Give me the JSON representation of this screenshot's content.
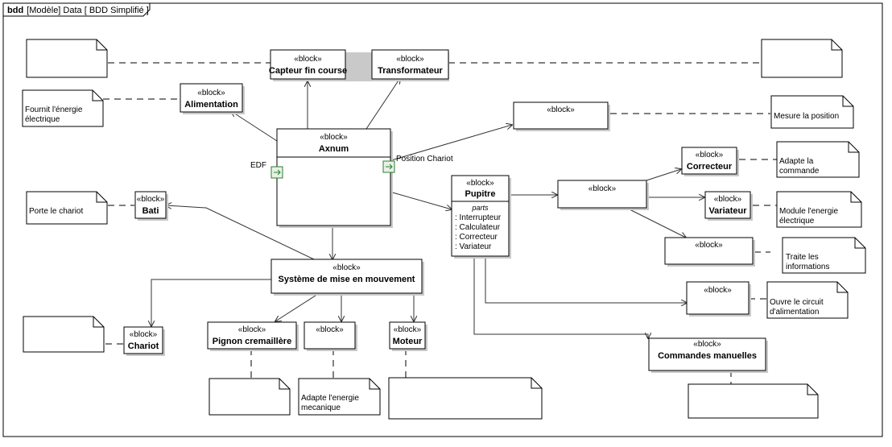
{
  "frame": {
    "kind": "bdd",
    "title": "[Modèle] Data [ BDD Simplifié ]"
  },
  "stereotype": "«block»",
  "blocks": {
    "capteur": "Capteur fin course",
    "transformateur": "Transformateur",
    "alimentation": "Alimentation",
    "axnum": "Axnum",
    "mesure_block": "",
    "pupitre": "Pupitre",
    "correcteur": "Correcteur",
    "middle_block": "",
    "variateur": "Variateur",
    "traite_block": "",
    "bati": "Bati",
    "systeme": "Système de mise en mouvement",
    "ouvre_block": "",
    "chariot": "Chariot",
    "pignon": "Pignon cremaillère",
    "adapte_block": "",
    "moteur": "Moteur",
    "commandes": "Commandes manuelles"
  },
  "pupitre_parts": {
    "title": "parts",
    "items": [
      ": Interrupteur",
      ": Calculateur",
      ": Correcteur",
      ": Variateur"
    ]
  },
  "ports": {
    "edf": "EDF",
    "position": "Position Chariot"
  },
  "notes": {
    "fournit_line1": "Fournit l'énergie",
    "fournit_line2": "électrique",
    "mesure": "Mesure la position",
    "adapte_commande_line1": "Adapte la",
    "adapte_commande_line2": "commande",
    "module_line1": "Module l'energie",
    "module_line2": "électrique",
    "traite_line1": "Traite les",
    "traite_line2": "informations",
    "porte": "Porte le chariot",
    "ouvre_line1": "Ouvre le circuit",
    "ouvre_line2": "d'alimentation",
    "adapte_mec_line1": "Adapte l'energie",
    "adapte_mec_line2": "mecanique"
  }
}
